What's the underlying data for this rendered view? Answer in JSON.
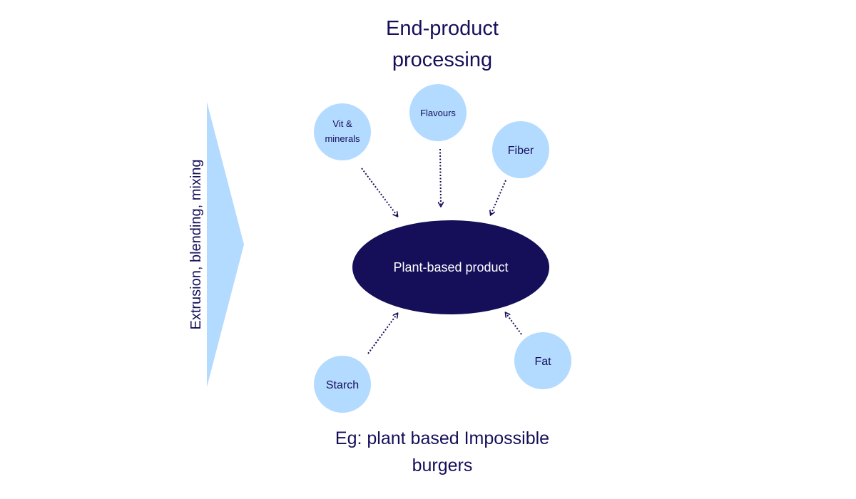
{
  "title": {
    "line1": "End-product",
    "line2": "processing"
  },
  "process_arrow": {
    "label": "Extrusion, blending, mixing"
  },
  "center": {
    "label": "Plant-based product"
  },
  "ingredients": {
    "vit_minerals": {
      "line1": "Vit &",
      "line2": "minerals"
    },
    "flavours": {
      "label": "Flavours"
    },
    "fiber": {
      "label": "Fiber"
    },
    "starch": {
      "label": "Starch"
    },
    "fat": {
      "label": "Fat"
    }
  },
  "footer": {
    "line1": "Eg: plant based Impossible",
    "line2": "burgers"
  },
  "colors": {
    "navy": "#150f5a",
    "light_blue": "#b3daff",
    "arrow_blue": "#b3daff"
  }
}
